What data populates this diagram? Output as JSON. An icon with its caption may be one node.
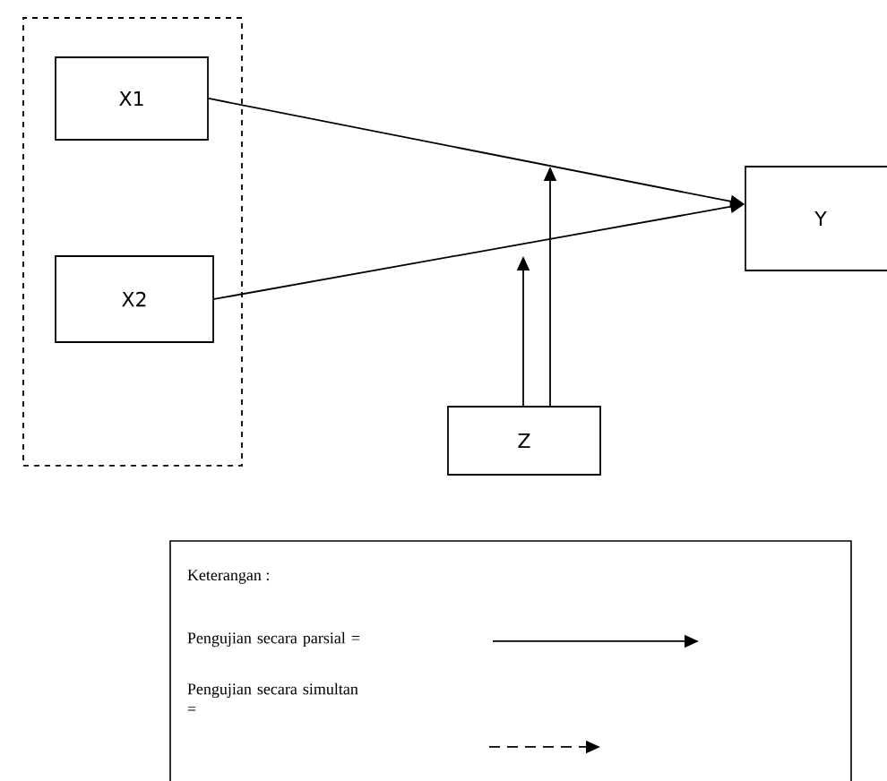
{
  "diagram": {
    "nodes": [
      {
        "text": [],
        "shape": "box"
      },
      {
        "text": [
          "X1"
        ],
        "in": 0
      },
      {
        "text": [
          "X2"
        ],
        "in": 0
      },
      {
        "text": [
          "Y"
        ]
      },
      {
        "text": [
          "Z"
        ]
      }
    ],
    "edges": [
      {
        "from": 1,
        "to": 3,
        "arrow": "to"
      },
      {
        "from": 2,
        "to": 3,
        "arrow": "to"
      },
      {
        "from": 4,
        "to": null,
        "arrow": "to"
      },
      {
        "from": 4,
        "to": null,
        "arrow": "to"
      }
    ],
    "labels": [
      "Keterangan :"
    ],
    "legend": [
      {
        "text": "Pengujian secara parsial ="
      },
      {
        "text": "Pengujian secara simultan ="
      }
    ]
  }
}
